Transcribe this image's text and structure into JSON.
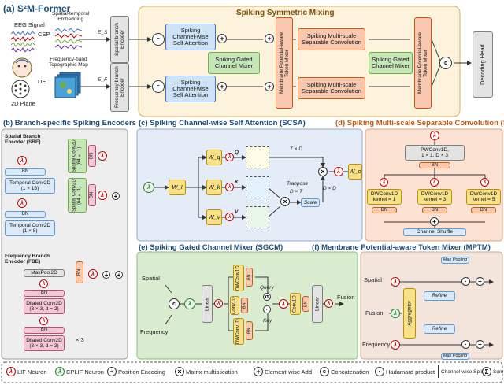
{
  "main_title": "(a) S²M-Former",
  "eeg_signal": "EEG Signal",
  "plane_2d": "2D Plane",
  "csp": "CSP",
  "de": "DE",
  "spatial_embedding": "Spatial-temporal\nEmbedding",
  "freq_map": "Frequency-band\nTopographic Map",
  "es": "E_S",
  "ef": "E_F",
  "spatial_encoder": "Spatial-branch\nEncoder",
  "freq_encoder": "Frequency-branch\nEncoder",
  "mixing_title": "Spiking Symmetric Mixing",
  "scsa_label": "Spiking\nChannel-wise\nSelf Attention",
  "sgcm_label": "Spiking Gated\nChannel Mixer",
  "mptm_label": "Membrane Potential-aware\nToken Mixer",
  "smsc_label": "Spiking Multi-scale\nSeparable Convolution",
  "decoding_head": "Decoding Head",
  "b_title": "(b) Branch-specific Spiking Encoders",
  "sbe_title": "Spatial Branch\nEncoder (SBE)",
  "fbe_title": "Frequency Branch\nEncoder (FBE)",
  "bn": "BN",
  "spatial_conv": "Spatial Conv2D\n(64 × 1)",
  "temporal_conv_a": "Temporal Conv2D\n(1 × 16)",
  "temporal_conv_b": "Temporal Conv2D\n(1 × 8)",
  "maxpool": "MaxPool2D",
  "dilated_conv": "Dilated Conv2D\n(3 × 3, d = 2)",
  "times3": "× 3",
  "c_title": "(c) Spiking Channel-wise Self Attention (SCSA)",
  "wi": "W_I",
  "wq": "W_q",
  "wk": "W_k",
  "wv": "W_v",
  "wo": "W_o",
  "q": "Q",
  "k": "K",
  "v": "V",
  "t_d": "T × D",
  "d_t": "D × T",
  "d_d": "D × D",
  "transpose": "Tranpose",
  "scale": "Scale",
  "d_title": "(d) Spiking Multi-scale Separable Convolution (SMSC)",
  "pwconv": "PWConv1D,\n1 × 1, D × 3",
  "dwconv1": "DWConv1D\nkernel = 1",
  "dwconv3": "DWConv1D\nkernel = 3",
  "dwconv5": "DWConv1D\nkernel = 5",
  "channel_shuffle": "Channel Shuffle",
  "e_title": "(e) Spiking Gated Channel Mixer (SGCM)",
  "spatial": "Spatial",
  "frequency": "Frequency",
  "fusion": "Fusion",
  "linear": "Linear",
  "conv1d": "Conv1D",
  "dwconv1d": "DWConv1D",
  "query": "Query",
  "key": "Key",
  "sigma": "σ",
  "f_title": "(f) Membrane Potential-aware Token Mixer (MPTM)",
  "max_pooling": "Max Pooling",
  "aggregator": "Aggregator",
  "refine": "Refine",
  "legend": {
    "lif": "LIF Neuron",
    "cplif": "CPLIF Neuron",
    "pos": "Position Encoding",
    "matmul": "Matrix multiplication",
    "add": "Element-wise Add",
    "concat": "Concatenation",
    "hadamard": "Hadamard product",
    "split": "Channel-wise Split",
    "sum": "Sum"
  }
}
